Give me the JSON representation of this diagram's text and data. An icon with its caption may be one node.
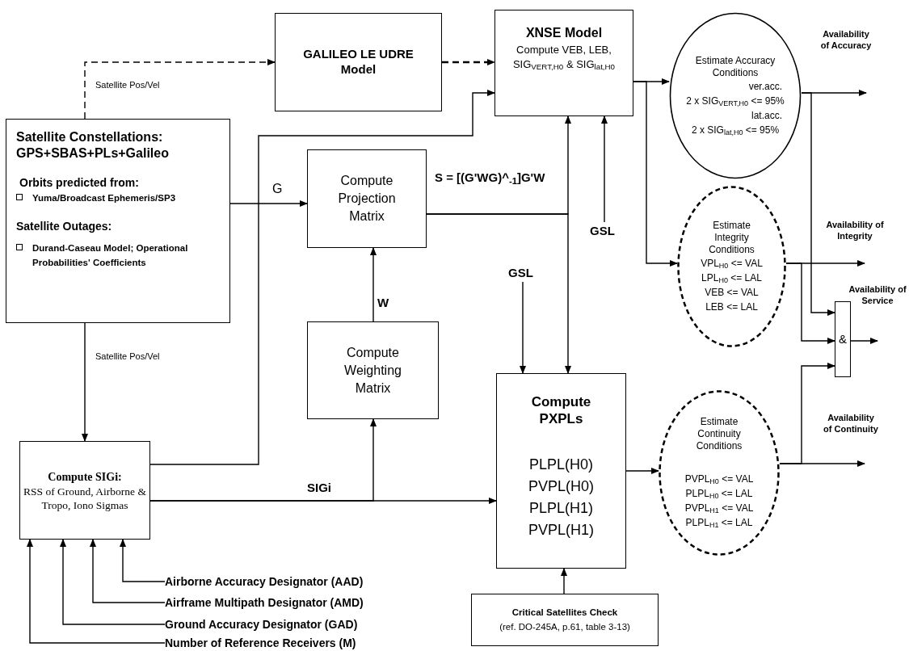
{
  "diagram": {
    "nodes": [
      {
        "text": [
          "GALILEO LE UDRE Model"
        ]
      },
      {
        "text": [
          "XNSE Model",
          "Compute VEB, LEB, SIG$_{VERT,H0}$ & SIG$_{lat,H0}$"
        ]
      },
      {
        "text": [
          "Satellite Constellations: GPS+SBAS+PLs+Galileo",
          "Orbits predicted from:",
          "Yuma/Broadcast Ephemeris/SP3",
          "Satellite Outages:",
          "Durand-Caseau Model; Operational Probabilities' Coefficients"
        ]
      },
      {
        "text": [
          "Compute Projection Matrix"
        ]
      },
      {
        "text": [
          "Compute Weighting Matrix"
        ]
      },
      {
        "text": [
          "Estimate Accuracy Conditions",
          "ver.acc.",
          "2 x SIG$_{VERT,H0}$ <= 95%",
          "lat.acc.",
          "2 x SIG$_{lat,H0}$ <= 95%"
        ]
      },
      {
        "text": [
          "Estimate Integrity Conditions",
          "VPL$_{H0}$ <= VAL",
          "LPL$_{H0}$ <= LAL",
          "VEB <= VAL",
          "LEB <= LAL"
        ]
      },
      {
        "text": [
          "&"
        ]
      },
      {
        "text": [
          "Compute SIGi:",
          "RSS of Ground, Airborne & Tropo, Iono Sigmas"
        ]
      },
      {
        "text": [
          "Compute PXPLs",
          "PLPL(H0)",
          "PVPL(H0)",
          "PLPL(H1)",
          "PVPL(H1)"
        ]
      },
      {
        "text": [
          "Estimate Continuity Conditions",
          "PVPL$_{H0}$ <= VAL",
          "PLPL$_{H0}$ <= LAL",
          "PVPL$_{H1}$ <= VAL",
          "PLPL$_{H1}$ <= LAL"
        ]
      },
      {
        "text": [
          "Critical Satellites Check",
          "(ref. DO-245A, p.61, table 3-13)"
        ]
      },
      {
        "text": [
          "GSL"
        ]
      },
      {
        "text": [
          "GSL"
        ]
      },
      {
        "text": [
          "Airborne Accuracy Designator (AAD)"
        ]
      },
      {
        "text": [
          "Airframe Multipath Designator (AMD)"
        ]
      },
      {
        "text": [
          "Ground Accuracy Designator (GAD)"
        ]
      },
      {
        "text": [
          "Number of Reference Receivers (M)"
        ]
      }
    ],
    "edges": [
      {
        "from": 2,
        "to": 0,
        "arrow": "to",
        "style": "dashed",
        "label": "Satellite Pos/Vel"
      },
      {
        "from": 0,
        "to": 1,
        "arrow": "to",
        "style": "dashed"
      },
      {
        "from": 2,
        "to": 3,
        "arrow": "to",
        "label": "G"
      },
      {
        "from": 4,
        "to": 3,
        "arrow": "to",
        "label": "W"
      },
      {
        "from": 3,
        "to": 1,
        "arrow": "to",
        "label": "S = [(G'WG)^$_{-1}$]G'W"
      },
      {
        "from": 3,
        "to": 9,
        "arrow": "to"
      },
      {
        "from": 12,
        "to": 1,
        "arrow": "to"
      },
      {
        "from": 13,
        "to": 9,
        "arrow": "to"
      },
      {
        "from": 2,
        "to": 8,
        "arrow": "to",
        "label": "Satellite Pos/Vel"
      },
      {
        "from": 8,
        "to": 1,
        "arrow": "to"
      },
      {
        "from": 8,
        "to": 9,
        "arrow": "to",
        "label": "SIGi"
      },
      {
        "from": 8,
        "to": 4,
        "arrow": "to"
      },
      {
        "from": 11,
        "to": 9,
        "arrow": "to"
      },
      {
        "from": 14,
        "to": 8,
        "arrow": "to"
      },
      {
        "from": 15,
        "to": 8,
        "arrow": "to"
      },
      {
        "from": 16,
        "to": 8,
        "arrow": "to"
      },
      {
        "from": 17,
        "to": 8,
        "arrow": "to"
      },
      {
        "from": 1,
        "to": 5,
        "arrow": "to"
      },
      {
        "from": 1,
        "to": 6,
        "arrow": "to"
      },
      {
        "from": 9,
        "to": 10,
        "arrow": "to"
      },
      {
        "from": 5,
        "to": null,
        "arrow": "to"
      },
      {
        "from": 5,
        "to": 7,
        "arrow": "to"
      },
      {
        "from": 6,
        "to": null,
        "arrow": "to"
      },
      {
        "from": 6,
        "to": 7,
        "arrow": "to"
      },
      {
        "from": 10,
        "to": null,
        "arrow": "to"
      },
      {
        "from": 10,
        "to": 7,
        "arrow": "to"
      },
      {
        "from": 7,
        "to": null,
        "arrow": "to"
      }
    ],
    "labels": [
      "Availability of Accuracy",
      "Availability of Integrity",
      "Availability of Service",
      "Availability of Continuity"
    ]
  }
}
